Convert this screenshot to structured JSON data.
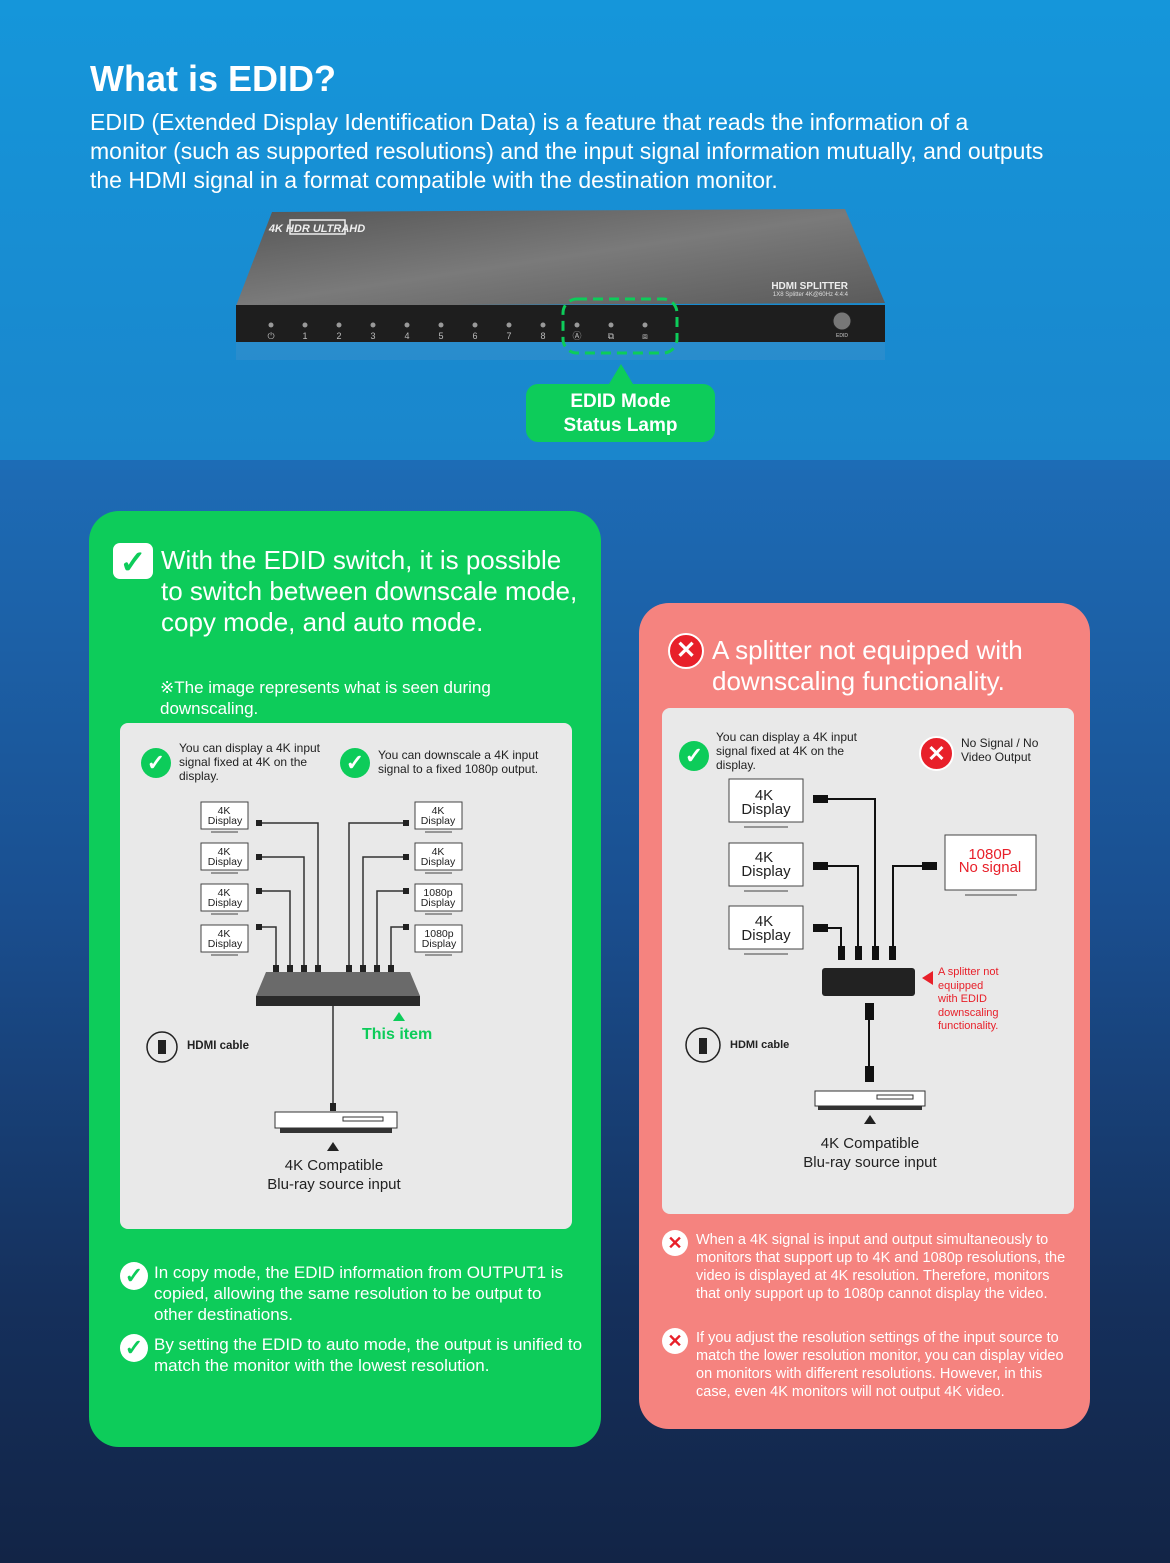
{
  "header": {
    "title": "What is EDID?",
    "intro": "EDID (Extended Display Identification Data) is a feature that reads the information of a monitor (such as supported resolutions) and the input signal information mutually, and outputs the HDMI signal in a format compatible with the destination monitor."
  },
  "device": {
    "logo": "4K HDR ULTRAHD",
    "name": "HDMI SPLITTER",
    "spec": "1X8 Splitter 4K@60Hz 4:4:4",
    "ports": [
      "1",
      "2",
      "3",
      "4",
      "5",
      "6",
      "7",
      "8"
    ],
    "button": "EDID"
  },
  "callout": {
    "line1": "EDID Mode",
    "line2": "Status Lamp"
  },
  "green_card": {
    "title": "With the EDID switch, it is possible to switch between downscale mode, copy mode, and auto mode.",
    "note": "※The image represents what is seen during downscaling.",
    "legend_left": "You can display a 4K input signal fixed at 4K on the display.",
    "legend_right": "You can downscale a 4K input signal to a fixed 1080p output.",
    "left_displays": [
      {
        "l1": "4K",
        "l2": "Display"
      },
      {
        "l1": "4K",
        "l2": "Display"
      },
      {
        "l1": "4K",
        "l2": "Display"
      },
      {
        "l1": "4K",
        "l2": "Display"
      }
    ],
    "right_displays": [
      {
        "l1": "4K",
        "l2": "Display"
      },
      {
        "l1": "4K",
        "l2": "Display"
      },
      {
        "l1": "1080p",
        "l2": "Display"
      },
      {
        "l1": "1080p",
        "l2": "Display"
      }
    ],
    "cable_label": "HDMI cable",
    "this_item": "This item",
    "source1": "4K Compatible",
    "source2": "Blu-ray source input",
    "bullets": [
      "In copy mode, the EDID information from OUTPUT1 is copied, allowing the same resolution to be output to other destinations.",
      "By setting the EDID to auto mode, the output is unified to match the monitor with the lowest resolution."
    ]
  },
  "red_card": {
    "title": "A splitter not equipped with downscaling functionality.",
    "legend_ok": "You can display a 4K input signal fixed at 4K on the display.",
    "legend_ng": "No Signal / No Video Output",
    "displays": [
      {
        "l1": "4K",
        "l2": "Display"
      },
      {
        "l1": "4K",
        "l2": "Display"
      },
      {
        "l1": "4K",
        "l2": "Display"
      }
    ],
    "ng_display": {
      "l1": "1080P",
      "l2": "No signal"
    },
    "splitter_note": [
      "A splitter not",
      "equipped",
      "with EDID",
      "downscaling",
      "functionality."
    ],
    "cable_label": "HDMI cable",
    "source1": "4K Compatible",
    "source2": "Blu-ray source input",
    "bullets": [
      "When a 4K signal is input and output simultaneously to monitors that support up to 4K and 1080p resolutions, the video is displayed at 4K resolution. Therefore, monitors that only support up to 1080p cannot display the video.",
      "If you adjust the resolution settings of the input source to match the lower resolution monitor, you can display video on monitors with different resolutions. However, in this case, even 4K monitors will not output 4K video."
    ]
  },
  "colors": {
    "green": "#0dcc5a",
    "red_card": "#f5837f",
    "red": "#e8202a",
    "blue": "#1596da"
  }
}
